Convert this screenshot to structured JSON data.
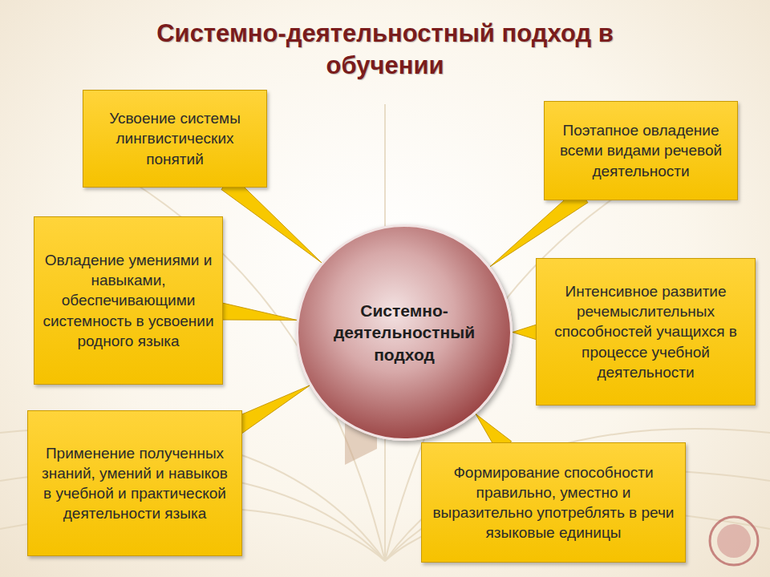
{
  "diagram": {
    "title": "Системно-деятельностный подход в обучении",
    "nodes": [
      {
        "text": [
          "Усвоение системы лингвистических понятий"
        ]
      },
      {
        "text": [
          "Поэтапное овладение всеми видами речевой деятельности"
        ]
      },
      {
        "text": [
          "Овладение умениями и навыками, обеспечивающими системность в усвоении родного языка"
        ]
      },
      {
        "text": [
          "Системно-деятельностный подход"
        ]
      },
      {
        "text": [
          "Интенсивное развитие речемыслительных способностей учащихся в процессе учебной деятельности"
        ]
      },
      {
        "text": [
          "Применение полученных знаний, умений и навыков в учебной и практической деятельности языка"
        ]
      },
      {
        "text": [
          "Формирование способности правильно, уместно и выразительно употреблять в речи языковые единицы"
        ]
      }
    ],
    "edges": [
      {
        "from": 0,
        "to": 3,
        "arrow": "none"
      },
      {
        "from": 1,
        "to": 3,
        "arrow": "none"
      },
      {
        "from": 2,
        "to": 3,
        "arrow": "none"
      },
      {
        "from": 4,
        "to": 3,
        "arrow": "none"
      },
      {
        "from": 5,
        "to": 3,
        "arrow": "none"
      },
      {
        "from": 6,
        "to": 3,
        "arrow": "none"
      }
    ]
  }
}
